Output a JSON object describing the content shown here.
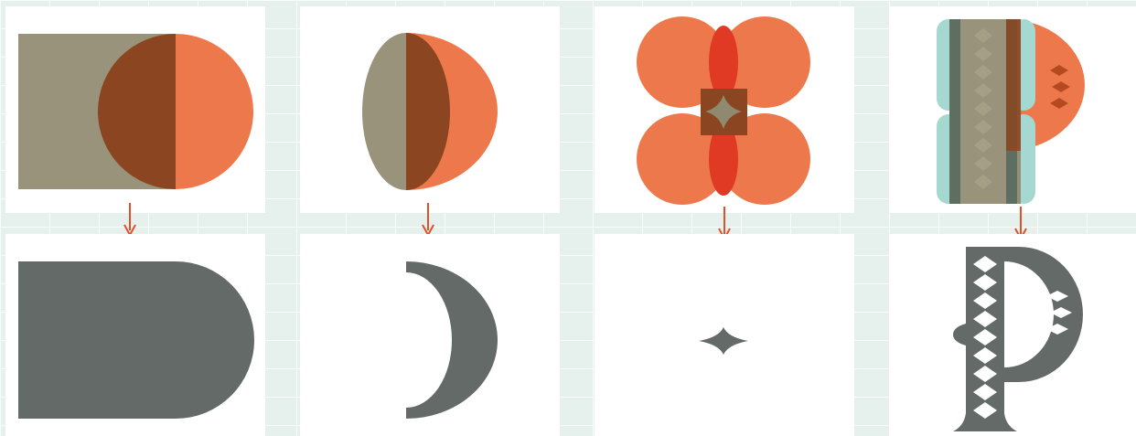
{
  "colors": {
    "background": "#e6f1ee",
    "panel": "#ffffff",
    "olive": "#8f8a6f",
    "orange": "#ec6d3c",
    "overlap_brown": "#8b4520",
    "red_overlap": "#e03a24",
    "teal": "#a5d8d0",
    "result_gray": "#646a68",
    "arrow": "#e2502a"
  },
  "operations": [
    {
      "id": "union",
      "inputs": [
        "rectangle",
        "circle"
      ],
      "result": "rounded-rectangle"
    },
    {
      "id": "subtract",
      "inputs": [
        "ellipse",
        "half-circle"
      ],
      "result": "crescent"
    },
    {
      "id": "intersect",
      "inputs": [
        "four-circles",
        "square"
      ],
      "result": "four-point-star"
    },
    {
      "id": "compose",
      "inputs": [
        "bar-shapes",
        "bowl",
        "diamonds"
      ],
      "result": "ornamental-letter-p"
    }
  ],
  "icons": {
    "arrow": "down-arrow-icon"
  }
}
